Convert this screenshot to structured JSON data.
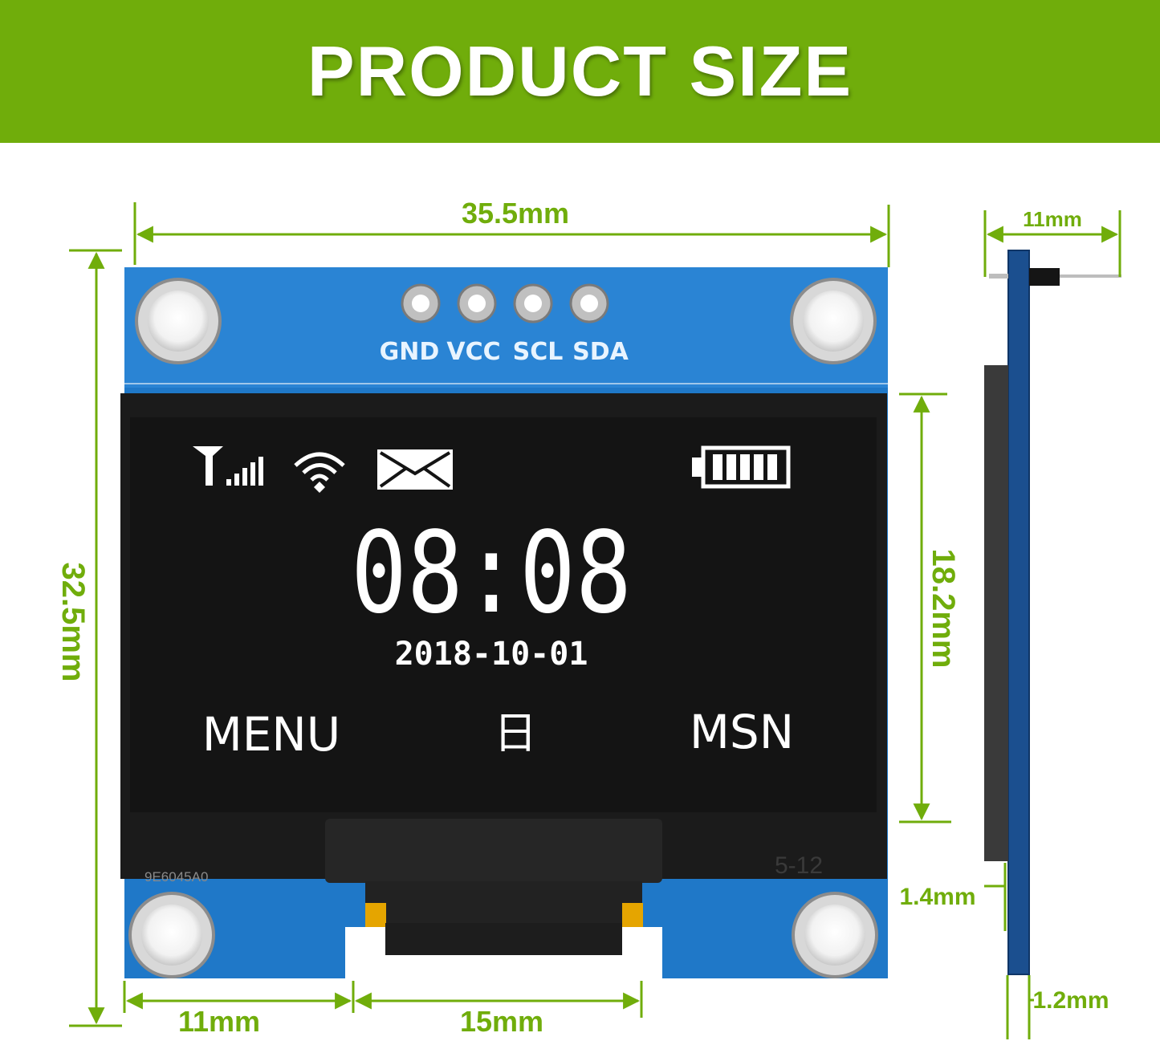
{
  "header": {
    "title": "PRODUCT SIZE"
  },
  "dimensions": {
    "width": "35.5mm",
    "height": "32.5mm",
    "screen_height": "18.2mm",
    "thickness": "11mm",
    "screen_thickness": "1.4mm",
    "board_thickness": "1.2mm",
    "edge_offset": "11mm",
    "connector_width": "15mm"
  },
  "board": {
    "pins": [
      "GND",
      "VCC",
      "SCL",
      "SDA"
    ],
    "part_number": "9E6045A0",
    "marking": "5-12"
  },
  "screen": {
    "time": "08:08",
    "date": "2018-10-01",
    "left_softkey": "MENU",
    "center_softkey": "日",
    "right_softkey": "MSN"
  },
  "icons": [
    "signal-icon",
    "wifi-icon",
    "mail-icon",
    "battery-icon"
  ],
  "colors": {
    "accent": "#70ad0b",
    "pcb": "#1f78c8",
    "screen": "#141414",
    "side_pcb": "#1b4f8f"
  }
}
